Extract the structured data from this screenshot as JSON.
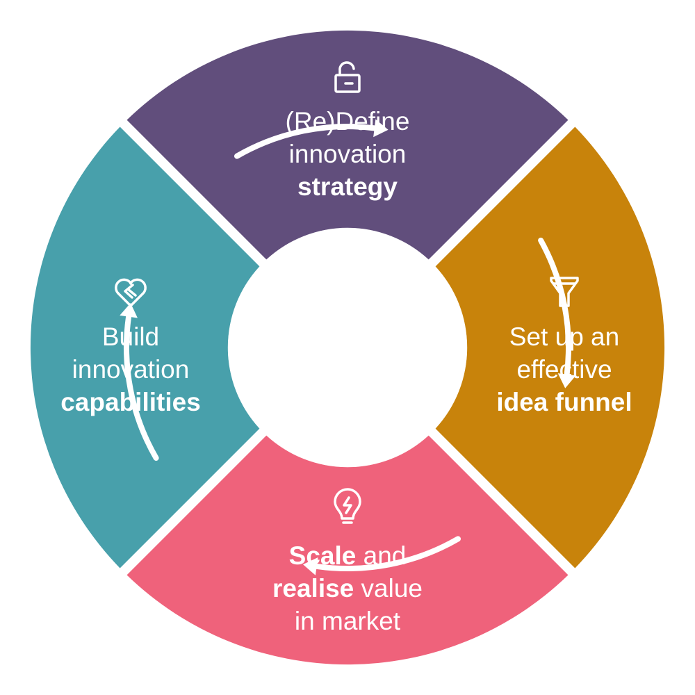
{
  "colors": {
    "strategy": "#614e7c",
    "funnel": "#c8830b",
    "scale": "#ef627b",
    "capabilities": "#48a0ab",
    "background": "#ffffff"
  },
  "segments": [
    {
      "id": "strategy",
      "icon": "unlocked-padlock-icon",
      "lines": [
        [
          {
            "text": "(Re)Define",
            "bold": false
          }
        ],
        [
          {
            "text": "innovation",
            "bold": false
          }
        ],
        [
          {
            "text": "strategy",
            "bold": true
          }
        ]
      ]
    },
    {
      "id": "funnel",
      "icon": "funnel-icon",
      "lines": [
        [
          {
            "text": "Set up an",
            "bold": false
          }
        ],
        [
          {
            "text": "effective",
            "bold": false
          }
        ],
        [
          {
            "text": "idea funnel",
            "bold": true
          }
        ]
      ]
    },
    {
      "id": "scale",
      "icon": "lightbulb-icon",
      "lines": [
        [
          {
            "text": "Scale",
            "bold": true
          },
          {
            "text": " and",
            "bold": false
          }
        ],
        [
          {
            "text": "realise",
            "bold": true
          },
          {
            "text": " value",
            "bold": false
          }
        ],
        [
          {
            "text": "in market",
            "bold": false
          }
        ]
      ]
    },
    {
      "id": "capabilities",
      "icon": "heart-handshake-icon",
      "lines": [
        [
          {
            "text": "Build",
            "bold": false
          }
        ],
        [
          {
            "text": "innovation",
            "bold": false
          }
        ],
        [
          {
            "text": "capabilities",
            "bold": true
          }
        ]
      ]
    }
  ],
  "arrows": [
    {
      "name": "arrow-strategy-to-funnel"
    },
    {
      "name": "arrow-funnel-to-scale"
    },
    {
      "name": "arrow-scale-to-capabilities"
    },
    {
      "name": "arrow-capabilities-to-strategy"
    }
  ]
}
